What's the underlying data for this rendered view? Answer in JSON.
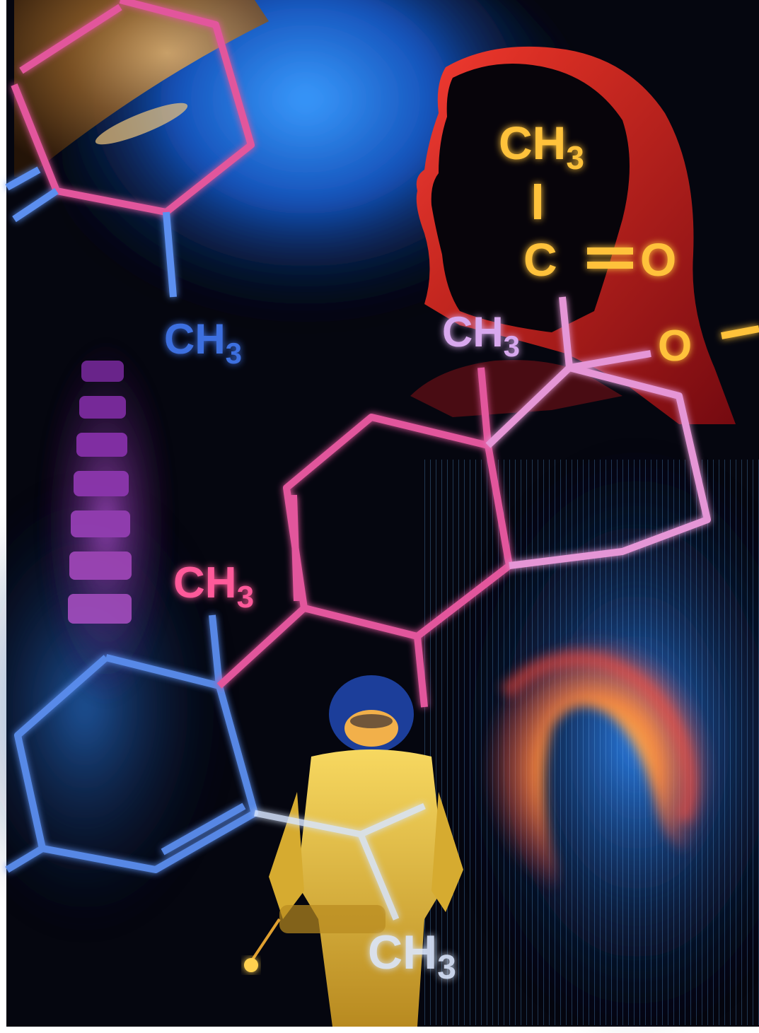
{
  "labels": {
    "ch3_upper_left": "CH",
    "ch3_upper_left_sub": "3",
    "ch3_upper_right": "CH",
    "ch3_upper_right_sub": "3",
    "ch3_mid_right": "CH",
    "ch3_mid_right_sub": "3",
    "carbonyl_c": "C",
    "carbonyl_o": "O",
    "ester_o": "O",
    "ch3_middle_left": "CH",
    "ch3_middle_left_sub": "3",
    "ch3_bottom": "CH",
    "ch3_bottom_sub": "3"
  },
  "colors": {
    "background": "#05060f",
    "blue_glow": "#1a6fd6",
    "bond_pink": "#e2569c",
    "bond_blue": "#5b8ff0",
    "formula_yellow": "#ffc23a",
    "silhouette_red": "#d8282e",
    "heat_yellow": "#ffe24a",
    "suit_yellow": "#e7c23a"
  },
  "icons": {
    "hexagon_ring": "chemical-ring-icon",
    "person_profile": "woman-profile-silhouette",
    "suited_worker": "hazmat-worker-figure",
    "spine_xray": "spine-xray-figure",
    "thermal_image": "thermal-scan-figure",
    "planet": "planet-horizon-figure"
  }
}
